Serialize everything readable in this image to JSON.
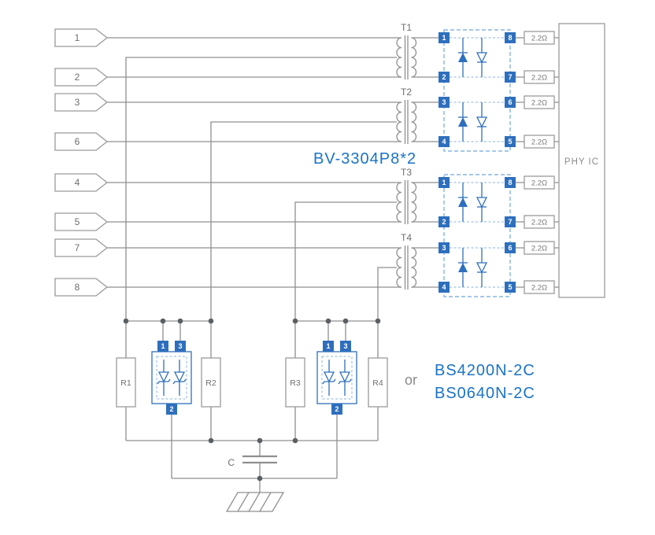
{
  "connectors": [
    "1",
    "2",
    "3",
    "6",
    "4",
    "5",
    "7",
    "8"
  ],
  "transformers": [
    "T1",
    "T2",
    "T3",
    "T4"
  ],
  "array": {
    "part_label": "BV-3304P8*2",
    "left_pins": [
      "1",
      "2",
      "3",
      "4"
    ],
    "right_pins": [
      "8",
      "7",
      "6",
      "5"
    ]
  },
  "series_resistor": {
    "value": "2.2Ω"
  },
  "phy": {
    "label": "PHY IC"
  },
  "bottom": {
    "resistors": [
      "R1",
      "R2",
      "R3",
      "R4"
    ],
    "tvs": {
      "pin_top_left": "1",
      "pin_top_right": "3",
      "pin_bottom": "2"
    },
    "or_label": "or",
    "part_option_1": "BS4200N-2C",
    "part_option_2": "BS0640N-2C",
    "cap_label": "C"
  },
  "colors": {
    "wire_gray": "#8f8f8f",
    "component_blue": "#2e6fbd",
    "label_blue": "#1a73c8",
    "text_gray": "#6e6e6e"
  }
}
